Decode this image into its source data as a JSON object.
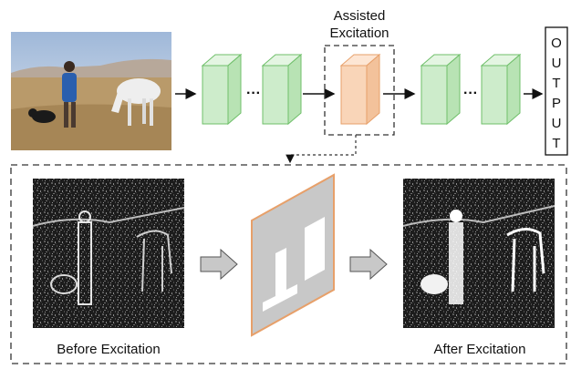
{
  "labels": {
    "assisted_line1": "Assisted",
    "assisted_line2": "Excitation",
    "output_letters": [
      "O",
      "U",
      "T",
      "P",
      "U",
      "T"
    ],
    "before": "Before Excitation",
    "after": "After Excitation"
  },
  "colors": {
    "feature_green_face": "#cdeccb",
    "feature_green_edge": "#6fbf6a",
    "feature_orange_face": "#f9d5b8",
    "feature_orange_edge": "#e7a06a",
    "mask_gray": "#c8c8c8",
    "arrow_gray": "#c8c8c8"
  },
  "icons": {
    "photo": "man-dog-horse-photo",
    "feature_map": "feature-map-block",
    "mask": "attention-mask-plane",
    "arrow": "right-arrow-icon"
  }
}
